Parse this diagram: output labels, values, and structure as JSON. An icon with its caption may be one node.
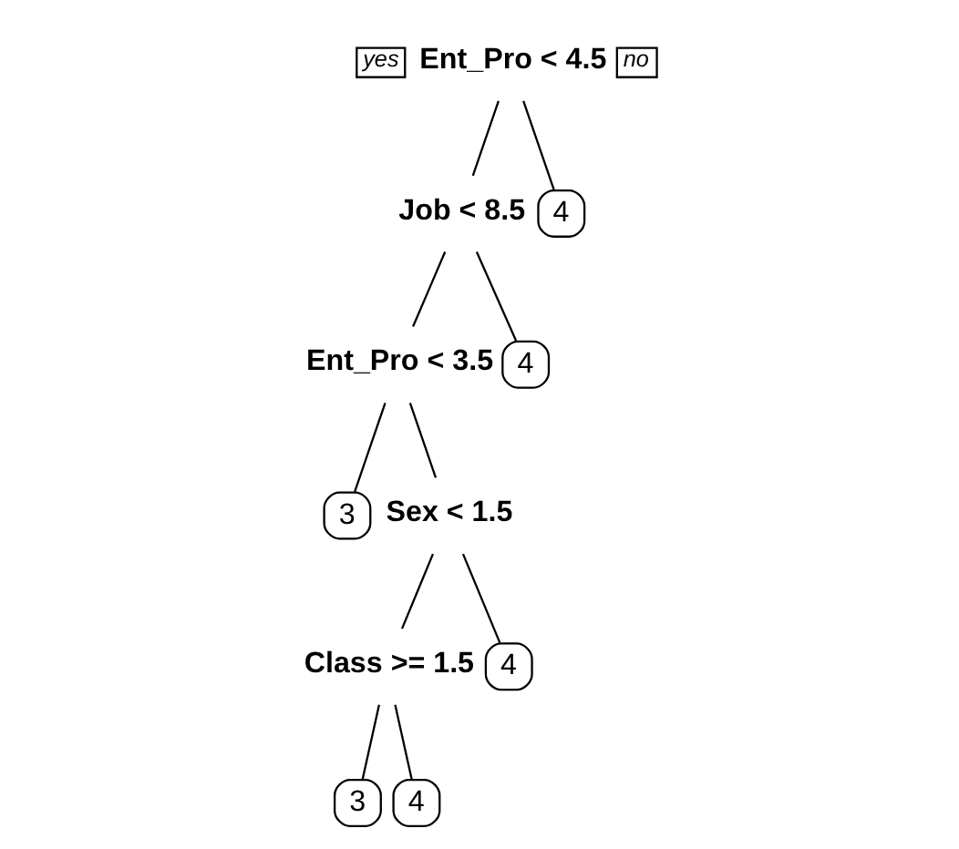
{
  "diagram": {
    "nodes": [
      {
        "text": [
          "Ent_Pro < 4.5"
        ],
        "beside": [
          "yes",
          "no"
        ]
      },
      {
        "text": [
          "Job < 8.5"
        ]
      },
      {
        "text": [
          "4"
        ]
      },
      {
        "text": [
          "Ent_Pro < 3.5"
        ]
      },
      {
        "text": [
          "4"
        ]
      },
      {
        "text": [
          "3"
        ]
      },
      {
        "text": [
          "Sex < 1.5"
        ]
      },
      {
        "text": [
          "Class >= 1.5"
        ]
      },
      {
        "text": [
          "4"
        ]
      },
      {
        "text": [
          "3"
        ]
      },
      {
        "text": [
          "4"
        ]
      }
    ],
    "edges": [
      {
        "from": 0,
        "to": 1,
        "arrow": "none"
      },
      {
        "from": 0,
        "to": 2,
        "arrow": "none"
      },
      {
        "from": 1,
        "to": 3,
        "arrow": "none"
      },
      {
        "from": 1,
        "to": 4,
        "arrow": "none"
      },
      {
        "from": 3,
        "to": 5,
        "arrow": "none"
      },
      {
        "from": 3,
        "to": 6,
        "arrow": "none"
      },
      {
        "from": 6,
        "to": 7,
        "arrow": "none"
      },
      {
        "from": 6,
        "to": 8,
        "arrow": "none"
      },
      {
        "from": 7,
        "to": 9,
        "arrow": "none"
      },
      {
        "from": 7,
        "to": 10,
        "arrow": "none"
      }
    ]
  }
}
